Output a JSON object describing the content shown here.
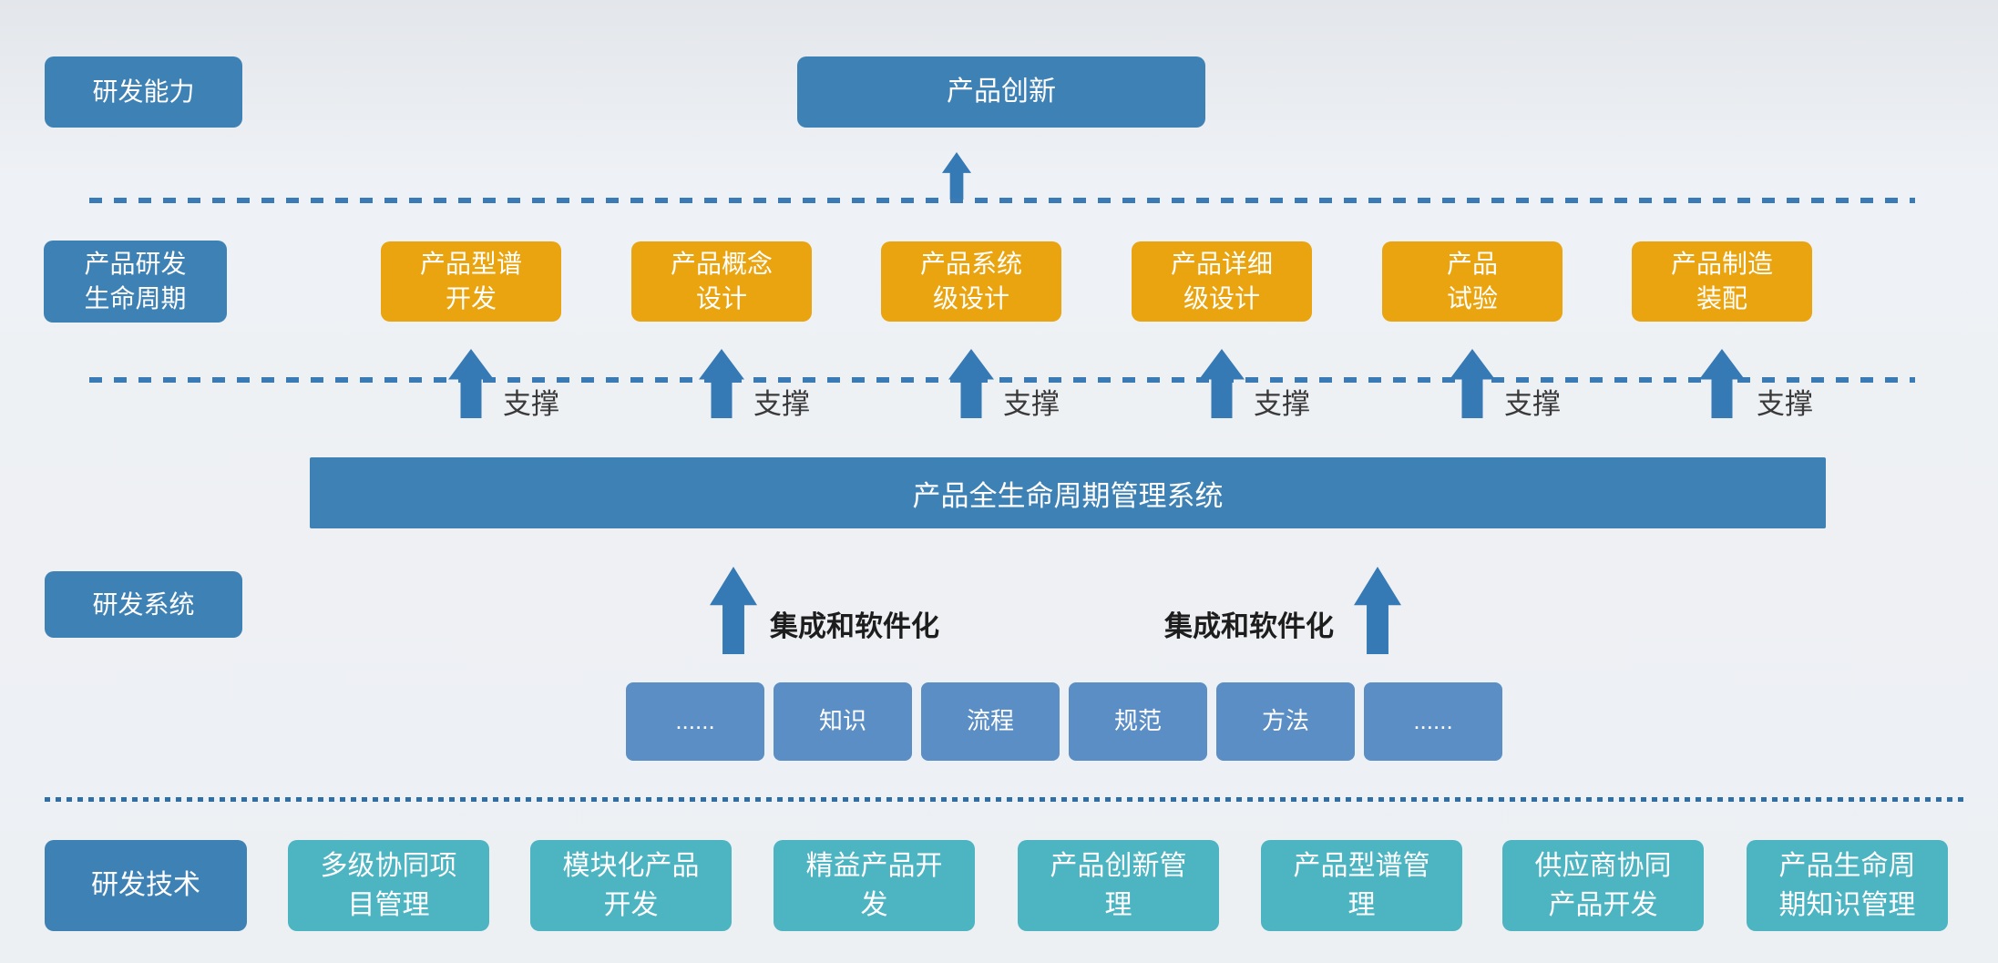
{
  "palette": {
    "steel_blue": "#3e81b5",
    "orange": "#eaa410",
    "light_blue": "#5a8ec5",
    "teal": "#4db4c2",
    "arrow_blue": "#3579b5",
    "dash_line_blue": "#3a7ab5",
    "dark_text": "#3a3a3a",
    "background_top": "#e3e6ea",
    "background_bottom": "#edf0f3"
  },
  "capability_row": {
    "side_label": "研发能力",
    "main_box": "产品创新"
  },
  "lifecycle_row": {
    "side_label_line1": "产品研发",
    "side_label_line2": "生命周期",
    "support_label": "支撑",
    "stages": [
      {
        "line1": "产品型谱",
        "line2": "开发"
      },
      {
        "line1": "产品概念",
        "line2": "设计"
      },
      {
        "line1": "产品系统",
        "line2": "级设计"
      },
      {
        "line1": "产品详细",
        "line2": "级设计"
      },
      {
        "line1": "产品",
        "line2": "试验"
      },
      {
        "line1": "产品制造",
        "line2": "装配"
      }
    ]
  },
  "system_row": {
    "plm_bar": "产品全生命周期管理系统",
    "side_label": "研发系统",
    "integration_label": "集成和软件化",
    "assets": [
      "......",
      "知识",
      "流程",
      "规范",
      "方法",
      "......"
    ]
  },
  "technology_row": {
    "side_label": "研发技术",
    "items": [
      {
        "line1": "多级协同项",
        "line2": "目管理"
      },
      {
        "line1": "模块化产品",
        "line2": "开发"
      },
      {
        "line1": "精益产品开",
        "line2": "发"
      },
      {
        "line1": "产品创新管",
        "line2": "理"
      },
      {
        "line1": "产品型谱管",
        "line2": "理"
      },
      {
        "line1": "供应商协同",
        "line2": "产品开发"
      },
      {
        "line1": "产品生命周",
        "line2": "期知识管理"
      }
    ]
  }
}
